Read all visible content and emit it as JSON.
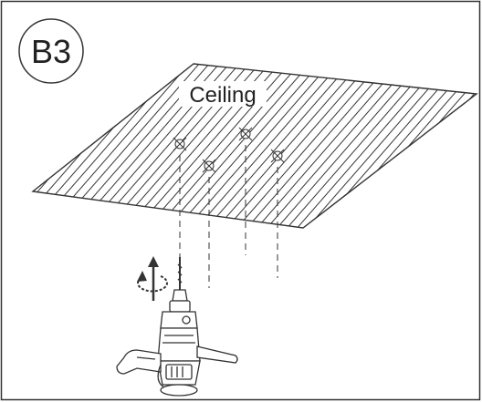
{
  "step": {
    "label": "B3"
  },
  "surface": {
    "label": "Ceiling"
  },
  "icons": {
    "drill": "power-drill-icon",
    "rotation": "rotation-arrow-icon",
    "marks": "drill-hole-mark-icon"
  },
  "colors": {
    "line": "#333333",
    "background": "#ffffff"
  },
  "drill_holes": {
    "count": 4
  }
}
